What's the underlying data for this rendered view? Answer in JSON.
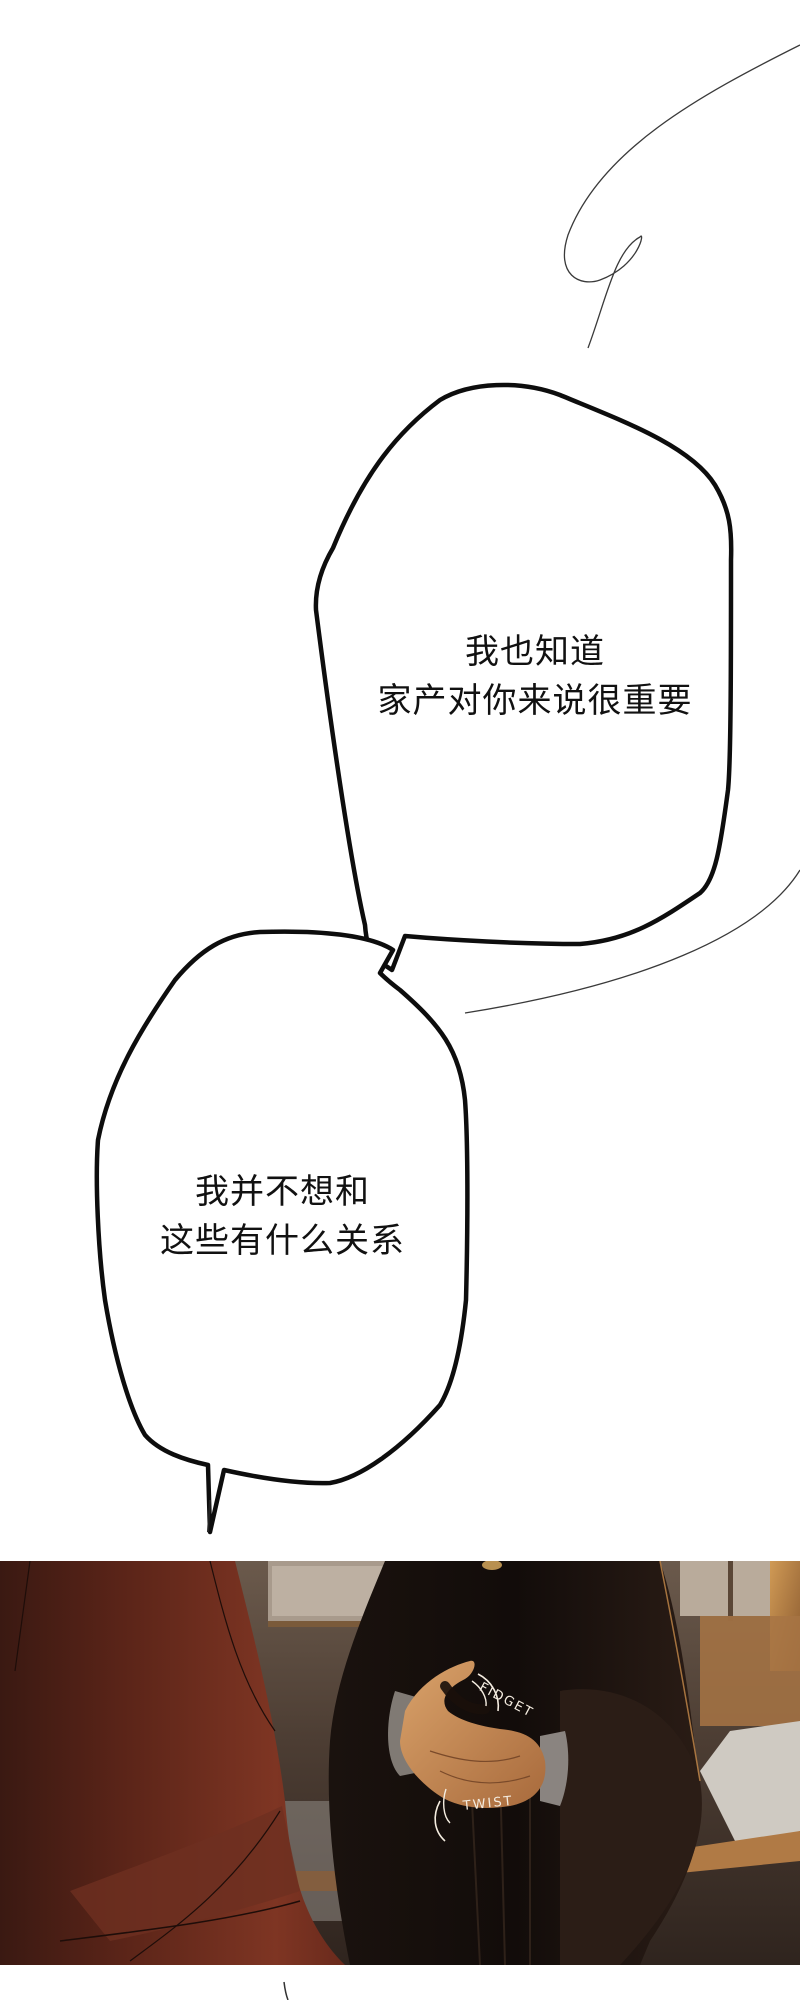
{
  "page": {
    "type": "webtoon-comic-strip",
    "background": "#ffffff"
  },
  "bubbles": [
    {
      "id": "bubble-1",
      "lines": [
        "我也知道",
        "家产对你来说很重要"
      ]
    },
    {
      "id": "bubble-2",
      "lines": [
        "我并不想和",
        "这些有什么关系"
      ]
    }
  ],
  "panel": {
    "description": "two figures standing close; one in a red-brown coat, one in a dark robe with hands clasped",
    "sfx": {
      "fidget": "FIDGET",
      "twist": "TWIST"
    },
    "colors": {
      "red_coat": "#7a3322",
      "red_coat_shadow": "#3e1c15",
      "dark_robe": "#1c1310",
      "skin": "#c68a55",
      "window_light": "#c9b9a6",
      "warm_light": "#c78a44",
      "floor": "#4a3a30"
    }
  }
}
